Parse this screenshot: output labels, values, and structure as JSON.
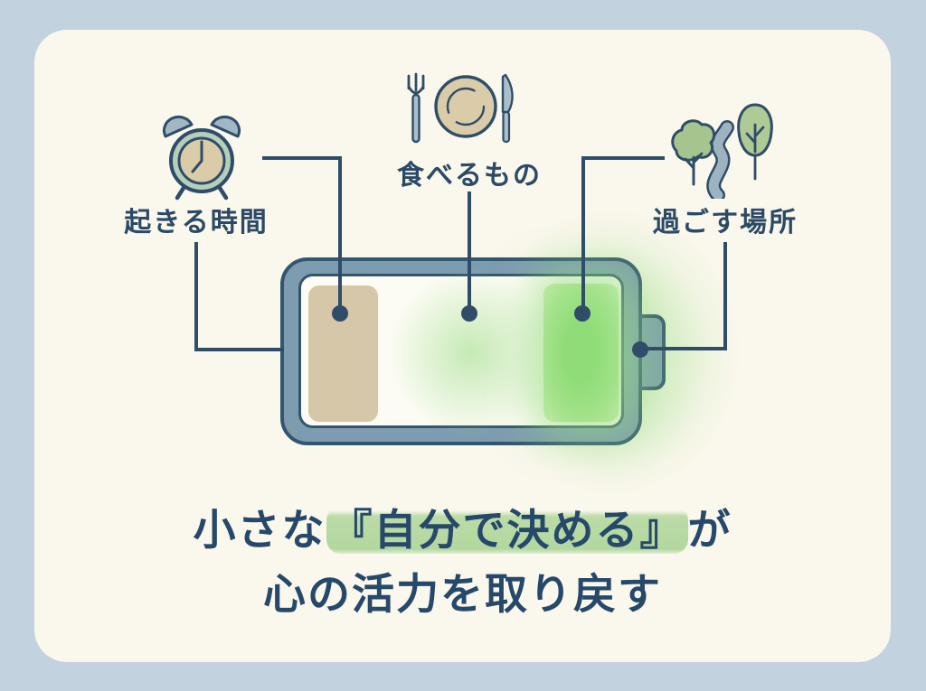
{
  "page": {
    "background_color": "#c2d2de",
    "card_color": "#faf7ec",
    "ink_color": "#2f4d68"
  },
  "factors": [
    {
      "id": "wake",
      "label": "起きる時間",
      "icon": "alarm-clock-icon",
      "battery_segment": "tan-block"
    },
    {
      "id": "food",
      "label": "食べるもの",
      "icon": "meal-plate-icon",
      "battery_segment": "middle-glow"
    },
    {
      "id": "place",
      "label": "過ごす場所",
      "icon": "trees-path-icon",
      "battery_segment": "green-block"
    }
  ],
  "battery": {
    "wall_color": "#7e9cb0",
    "inner_color": "#fdfcf4",
    "segments": [
      {
        "name": "wake-segment",
        "color": "#d5c7a7"
      },
      {
        "name": "food-segment",
        "color": "rgba(151,219,130,0.55)"
      },
      {
        "name": "place-segment",
        "color": "#8edc76"
      }
    ]
  },
  "caption": {
    "line1_prefix": "小さな",
    "line1_highlight": "『自分で決める』",
    "line1_suffix": "が",
    "line2": "心の活力を取り戻す",
    "highlight_color": "#a3ce8c"
  },
  "palette": {
    "tan": "#d5c7a7",
    "sage": "#b6cfba",
    "gray_blue": "#9fb8c4",
    "tree_green": "#a8c791",
    "bright_green": "#8edc76"
  }
}
